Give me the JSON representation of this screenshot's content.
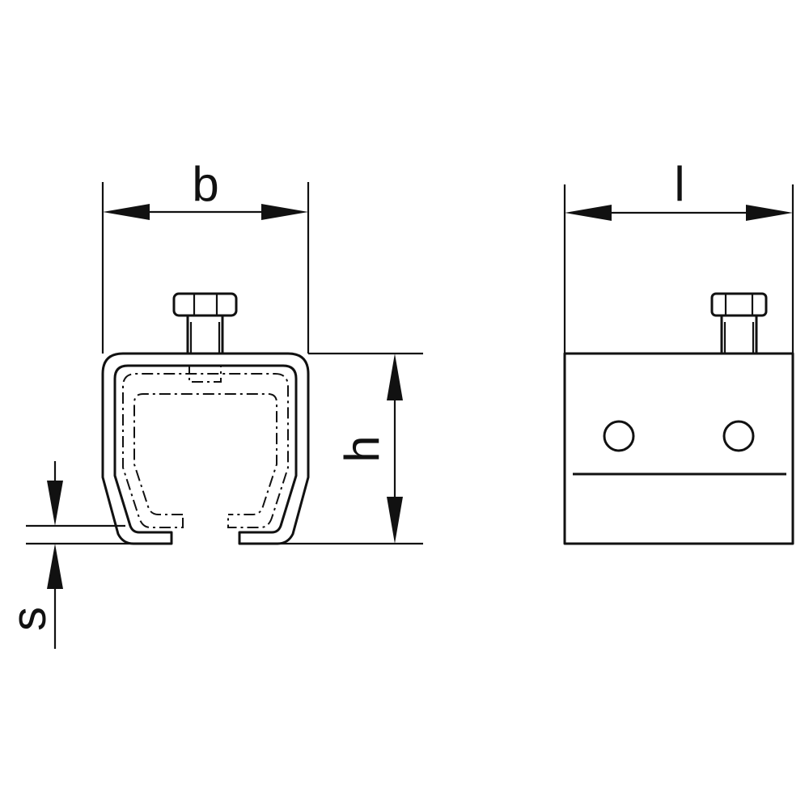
{
  "diagram": {
    "dimension_labels": {
      "width": "b",
      "length": "l",
      "height": "h",
      "thickness": "s"
    },
    "colors": {
      "line": "#111111",
      "background": "#ffffff"
    }
  }
}
